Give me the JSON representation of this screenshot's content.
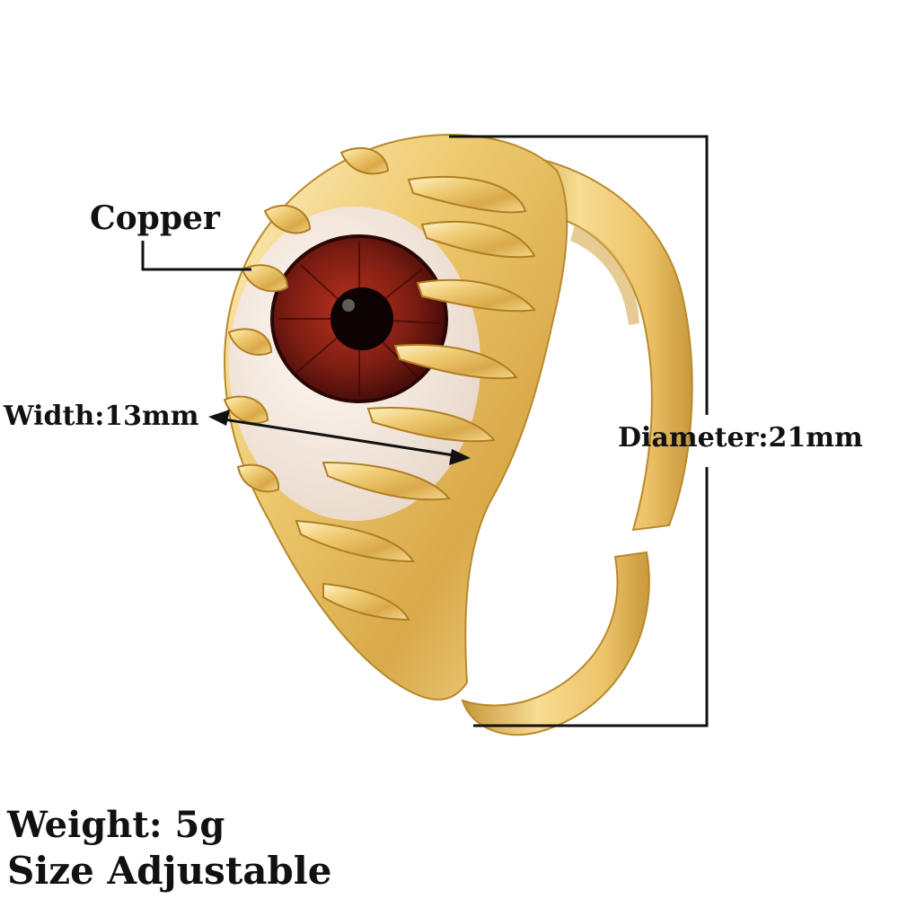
{
  "labels": {
    "material": "Copper",
    "width": "Width:13mm",
    "diameter": "Diameter:21mm",
    "weight": "Weight: 5g",
    "size": "Size Adjustable"
  },
  "colors": {
    "gold": "#e8c063",
    "gold_light": "#fbe7a9",
    "gold_dark": "#b88a2c",
    "eye_white": "#f6ece4",
    "iris": "#7a1d12",
    "pupil": "#0c0404",
    "line": "#111111"
  },
  "icons": [
    "eye-ring-photo"
  ]
}
